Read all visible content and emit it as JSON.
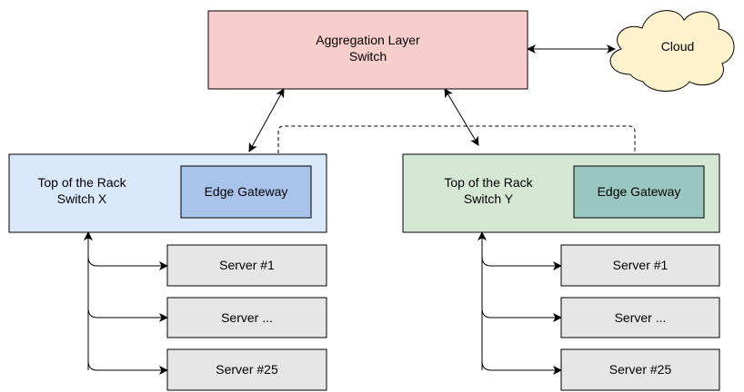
{
  "aggregation": {
    "line1": "Aggregation Layer",
    "line2": "Switch",
    "fill": "#f8cecc"
  },
  "cloud": {
    "label": "Cloud",
    "fill": "#fff2cc"
  },
  "rack_x": {
    "line1": "Top of the Rack",
    "line2": "Switch X",
    "fill": "#dae8fc",
    "gateway": {
      "label": "Edge Gateway",
      "fill": "#a9c4eb"
    }
  },
  "rack_y": {
    "line1": "Top of the Rack",
    "line2": "Switch Y",
    "fill": "#d5e8d4",
    "gateway": {
      "label": "Edge Gateway",
      "fill": "#9ac7bf"
    }
  },
  "servers_x": [
    {
      "label": "Server #1"
    },
    {
      "label": "Server ..."
    },
    {
      "label": "Server #25"
    }
  ],
  "servers_y": [
    {
      "label": "Server #1"
    },
    {
      "label": "Server ..."
    },
    {
      "label": "Server #25"
    }
  ],
  "colors": {
    "server_fill": "#e6e6e6",
    "stroke": "#000000"
  }
}
